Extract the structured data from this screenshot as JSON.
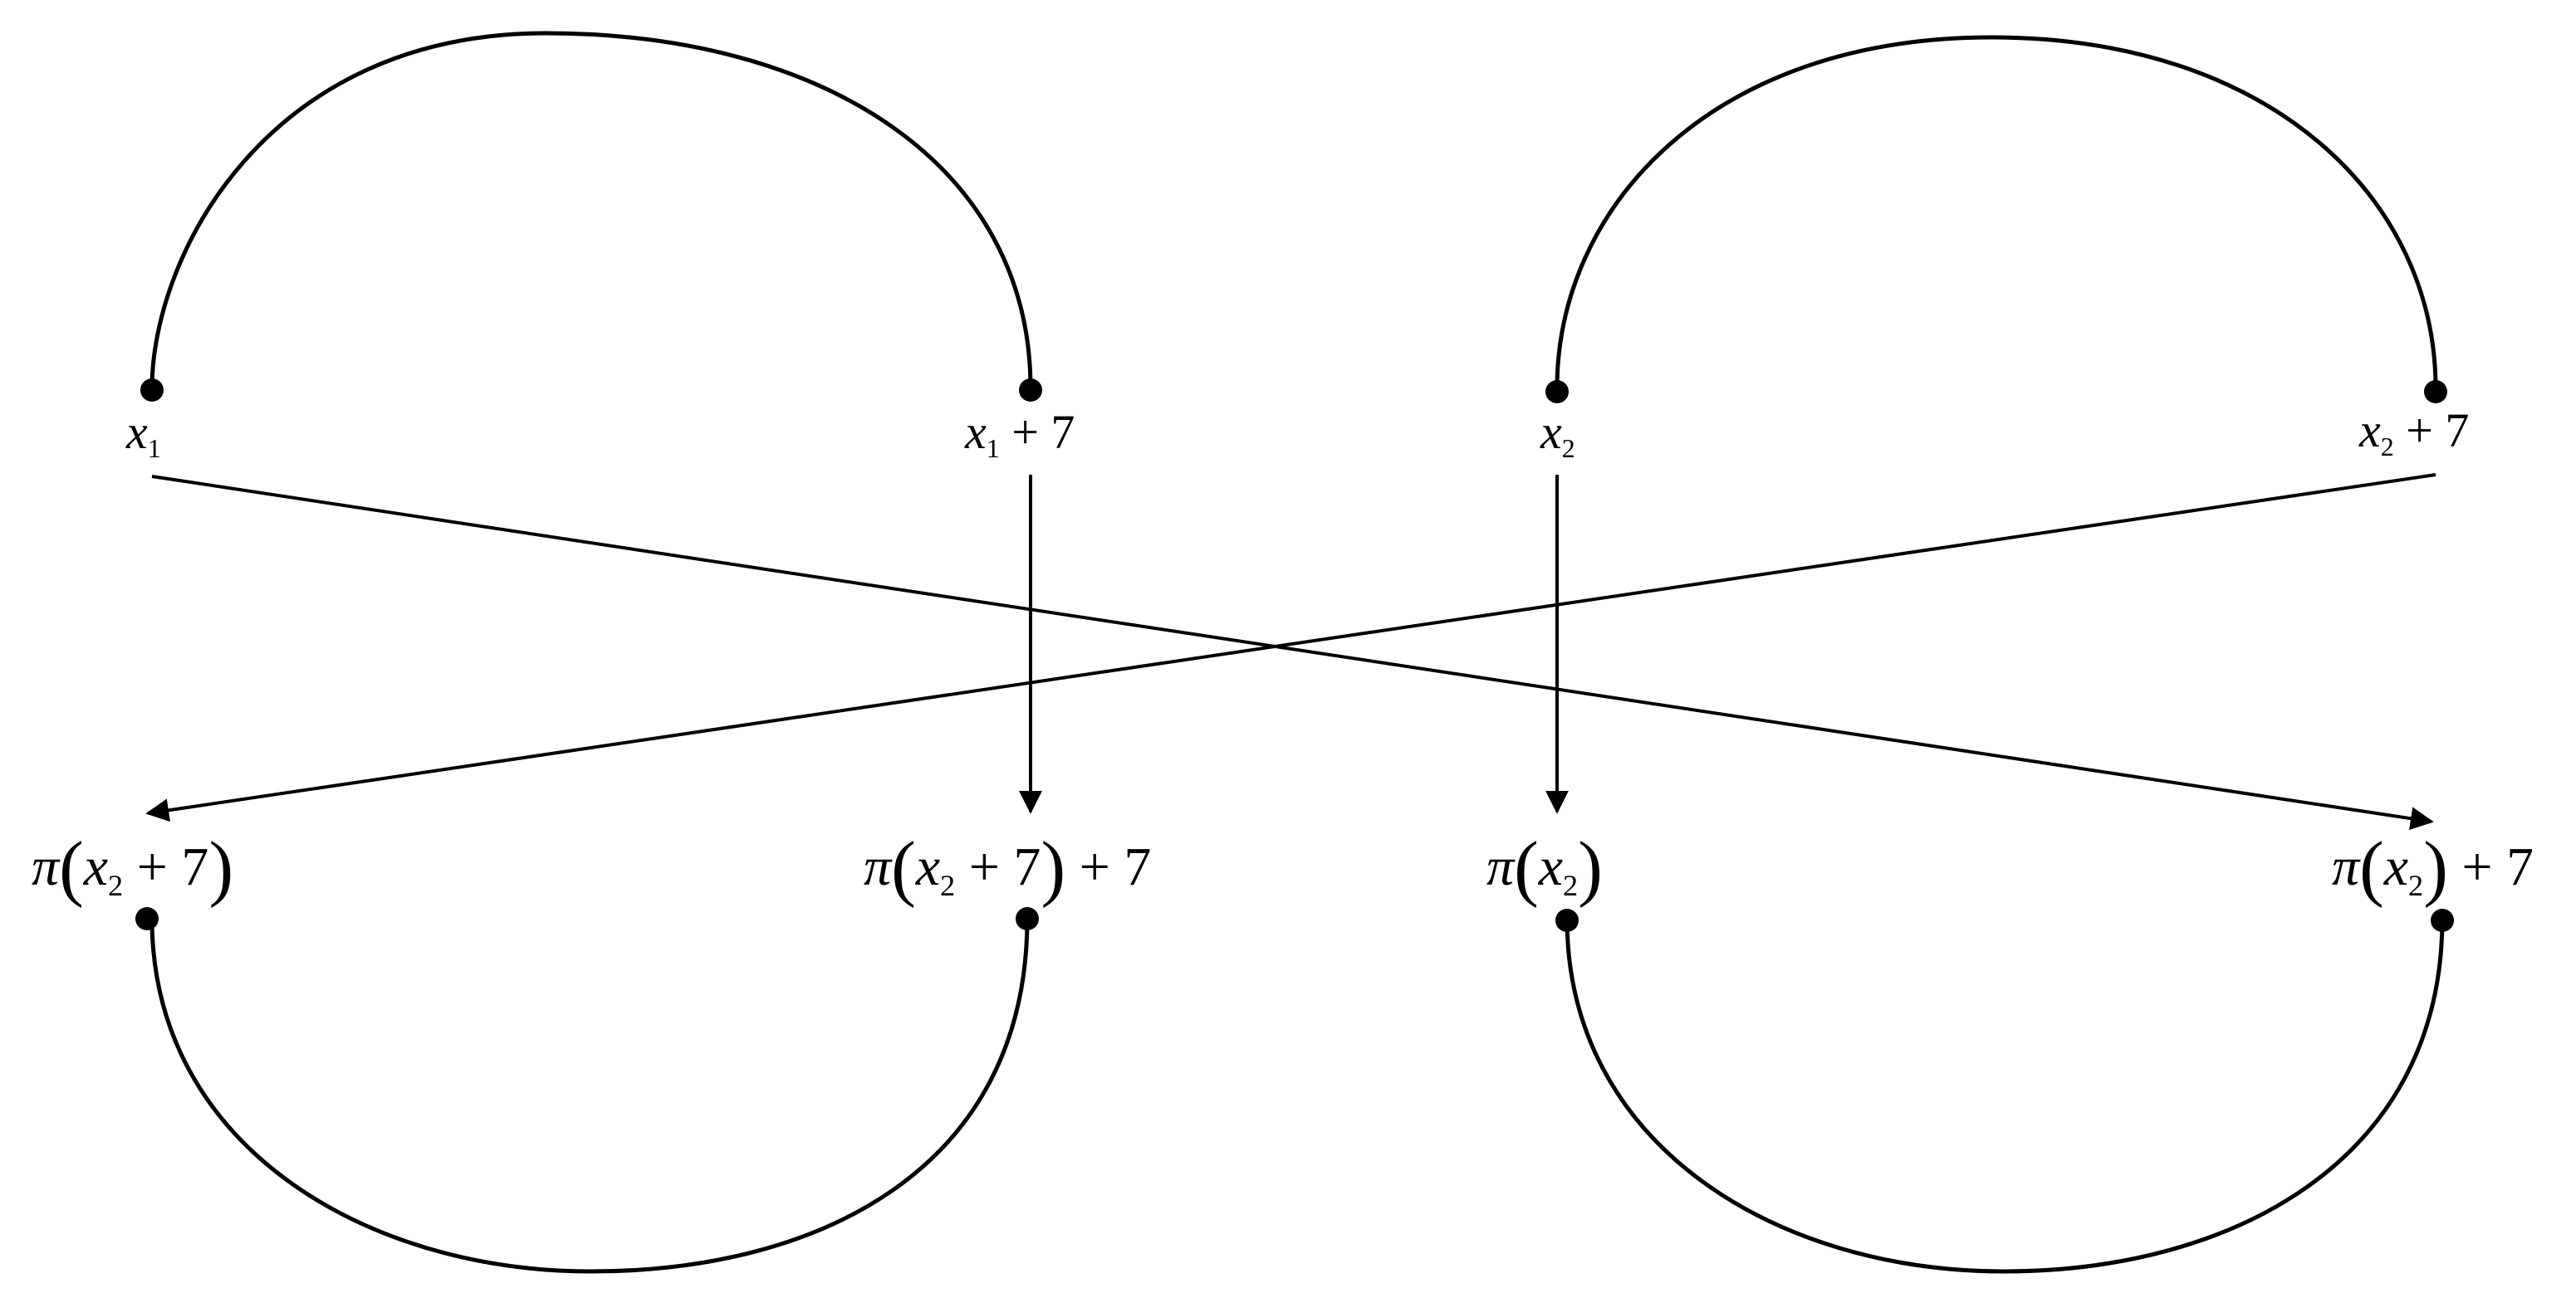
{
  "labels": {
    "x1": {
      "var": "x",
      "sub": "1",
      "tail": ""
    },
    "x1p7": {
      "var": "x",
      "sub": "1",
      "tail": " + 7"
    },
    "x2": {
      "var": "x",
      "sub": "2",
      "tail": ""
    },
    "x2p7": {
      "var": "x",
      "sub": "2",
      "tail": " + 7"
    },
    "pi_x2p7": {
      "pi": "π",
      "open": "(",
      "var": "x",
      "sub": "2",
      "inner_tail": " + 7",
      "close": ")",
      "tail": ""
    },
    "pi_x2p7_p7": {
      "pi": "π",
      "open": "(",
      "var": "x",
      "sub": "2",
      "inner_tail": " + 7",
      "close": ")",
      "tail": " + 7"
    },
    "pi_x2": {
      "pi": "π",
      "open": "(",
      "var": "x",
      "sub": "2",
      "inner_tail": "",
      "close": ")",
      "tail": ""
    },
    "pi_x2_p7": {
      "pi": "π",
      "open": "(",
      "var": "x",
      "sub": "2",
      "inner_tail": "",
      "close": ")",
      "tail": " + 7"
    }
  },
  "style": {
    "stroke": "#000000",
    "background": "#ffffff"
  }
}
